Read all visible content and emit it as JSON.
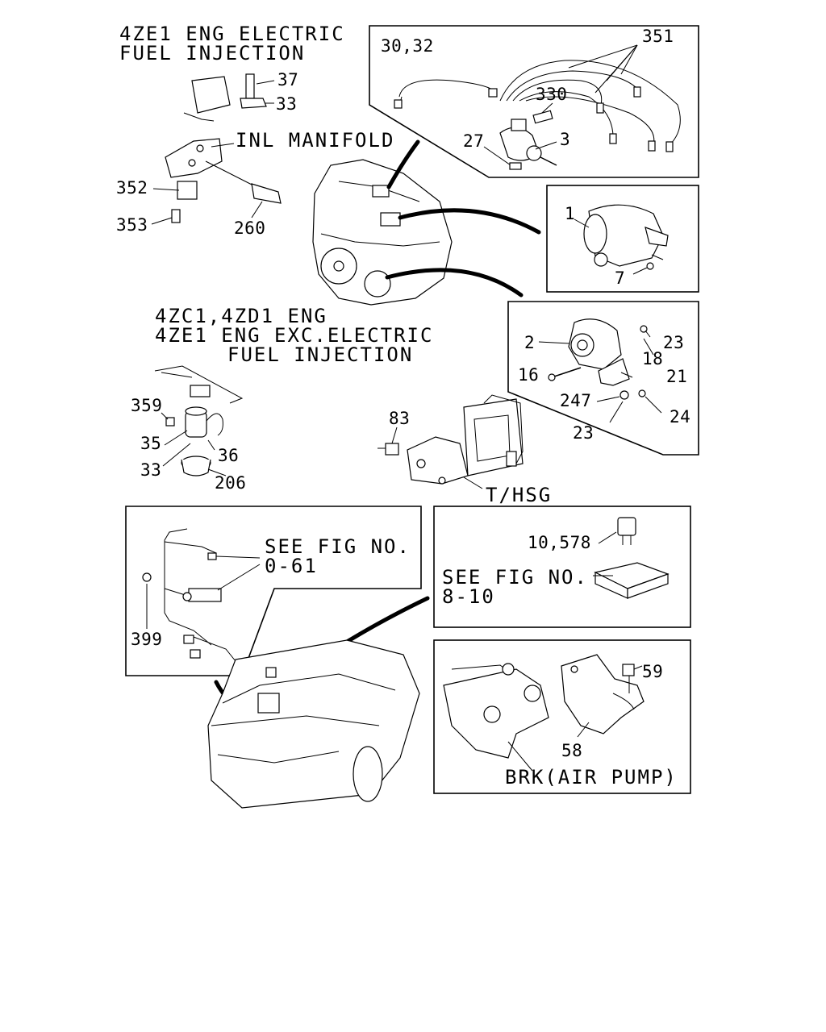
{
  "captions": {
    "efi_line1": "4ZE1 ENG ELECTRIC",
    "efi_line2": "FUEL INJECTION",
    "inl_manifold": "INL MANIFOLD",
    "exc_line1": "4ZC1,4ZD1 ENG",
    "exc_line2": "4ZE1 ENG EXC.ELECTRIC",
    "exc_line3": "FUEL INJECTION",
    "t_hsg": "T/HSG",
    "see_fig_1": "SEE FIG NO.",
    "see_fig_1_num": "0-61",
    "see_fig_2": "SEE FIG NO.",
    "see_fig_2_num": "8-10",
    "brk": "BRK(AIR PUMP)"
  },
  "callouts": {
    "p37": "37",
    "p33a": "33",
    "p352": "352",
    "p353": "353",
    "p260": "260",
    "p30_32": "30,32",
    "p351": "351",
    "p330": "330",
    "p27": "27",
    "p3": "3",
    "p1": "1",
    "p7": "7",
    "p2": "2",
    "p23a": "23",
    "p18": "18",
    "p16": "16",
    "p21": "21",
    "p247": "247",
    "p24": "24",
    "p23b": "23",
    "p83": "83",
    "p359": "359",
    "p35": "35",
    "p36": "36",
    "p33b": "33",
    "p206": "206",
    "p399": "399",
    "p10_578": "10,578",
    "p59": "59",
    "p58": "58"
  }
}
